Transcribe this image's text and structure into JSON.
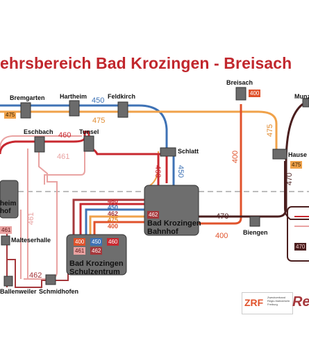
{
  "title": "ehrsbereich Bad Krozingen - Breisach",
  "stations": {
    "bremgarten": "Bremgarten",
    "hartheim": "Hartheim",
    "feldkirch": "Feldkirch",
    "eschbach": "Eschbach",
    "tunsel": "Tunsel",
    "schlatt": "Schlatt",
    "breisach": "Breisach",
    "munzingen": "Munzi",
    "hausen": "Hause",
    "heim": "heim",
    "hof": "hof",
    "malteserhalle": "Malteserhalle",
    "biengen": "Biengen",
    "ballenweiler": "Ballenweiler",
    "schmidhofen": "Schmidhofen",
    "bk_bahnhof_1": "Bad Krozingen",
    "bk_bahnhof_2": "Bahnhof",
    "bk_schul_1": "Bad Krozingen",
    "bk_schul_2": "Schulzentrum"
  },
  "route_labels": {
    "r450_top": "450",
    "r475_top": "475",
    "r460": "460",
    "r461": "461",
    "r461_left": "461",
    "r462": "462",
    "r460_vert": "460",
    "r450_vert": "450",
    "r400": "400",
    "r400_low": "400",
    "r475_right": "475",
    "r470_right": "470",
    "r470": "470"
  },
  "stack": [
    "460",
    "450",
    "462",
    "475",
    "400"
  ],
  "chips": {
    "bremgarten": "475",
    "breisach": "400",
    "hausen": "475",
    "bahnhof": "462",
    "left": "461",
    "schul_a": "400",
    "schul_b": "450",
    "schul_c": "460",
    "schul_d": "461",
    "schul_e": "462",
    "right_box": "470"
  },
  "logos": {
    "zrf": "ZRF",
    "zrf_text_1": "Zweckverband",
    "zrf_text_2": "Regio-Nahverkehr",
    "zrf_text_3": "Freiburg",
    "brand": "Re"
  },
  "colors": {
    "r400": "#e0522b",
    "r450": "#3e72b5",
    "r460": "#c8282f",
    "r461": "#e9a3a2",
    "r462": "#a5373b",
    "r470": "#4a1e1e",
    "r475": "#f0a24a",
    "title": "#c1272d"
  }
}
